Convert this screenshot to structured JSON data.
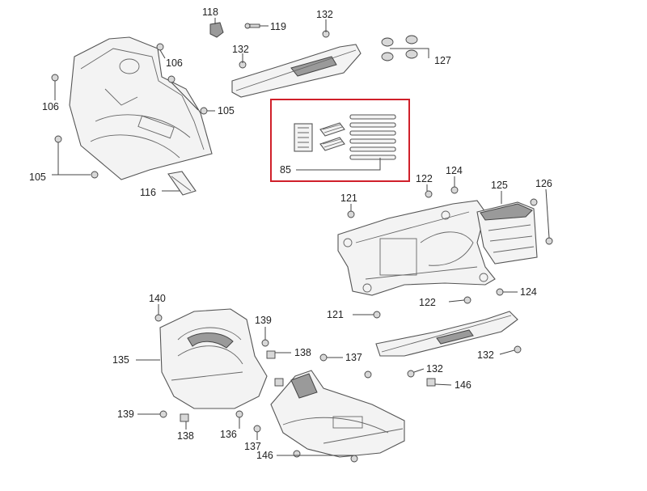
{
  "highlight": {
    "color": "#d0202a"
  },
  "callouts": [
    {
      "id": "c118a",
      "text": "118"
    },
    {
      "id": "c119",
      "text": "119"
    },
    {
      "id": "c132a",
      "text": "132"
    },
    {
      "id": "c132b",
      "text": "132"
    },
    {
      "id": "c106a",
      "text": "106"
    },
    {
      "id": "c106b",
      "text": "106"
    },
    {
      "id": "c105a",
      "text": "105"
    },
    {
      "id": "c105b",
      "text": "105"
    },
    {
      "id": "c116",
      "text": "116"
    },
    {
      "id": "c127",
      "text": "127"
    },
    {
      "id": "c85",
      "text": "85"
    },
    {
      "id": "c122a",
      "text": "122"
    },
    {
      "id": "c124a",
      "text": "124"
    },
    {
      "id": "c125",
      "text": "125"
    },
    {
      "id": "c126",
      "text": "126"
    },
    {
      "id": "c121a",
      "text": "121"
    },
    {
      "id": "c124b",
      "text": "124"
    },
    {
      "id": "c121b",
      "text": "121"
    },
    {
      "id": "c122b",
      "text": "122"
    },
    {
      "id": "c140",
      "text": "140"
    },
    {
      "id": "c139a",
      "text": "139"
    },
    {
      "id": "c138a",
      "text": "138"
    },
    {
      "id": "c137a",
      "text": "137"
    },
    {
      "id": "c135",
      "text": "135"
    },
    {
      "id": "c132c",
      "text": "132"
    },
    {
      "id": "c132d",
      "text": "132"
    },
    {
      "id": "c146a",
      "text": "146"
    },
    {
      "id": "c139b",
      "text": "139"
    },
    {
      "id": "c138b",
      "text": "138"
    },
    {
      "id": "c136",
      "text": "136"
    },
    {
      "id": "c137b",
      "text": "137"
    },
    {
      "id": "c146b",
      "text": "146"
    }
  ]
}
